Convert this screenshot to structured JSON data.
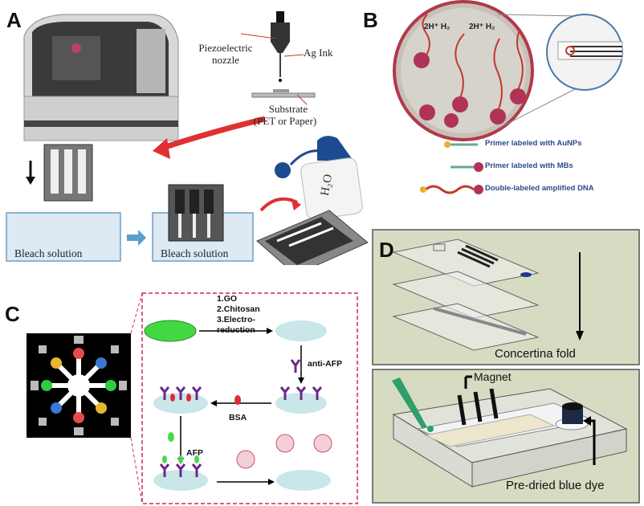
{
  "panels": {
    "a": {
      "letter": "A",
      "nozzle_label": "Piezoelectric nozzle",
      "ink_label": "Ag Ink",
      "substrate_label": "Substrate",
      "substrate_sub": "(PET or Paper)",
      "bleach_left": "Bleach solution",
      "bleach_right": "Bleach solution",
      "water_label": "H₂O"
    },
    "b": {
      "letter": "B",
      "reaction_1": "2H⁺ H₂",
      "reaction_2": "2H⁺ H₂",
      "legend": [
        "Primer labeled with AuNPs",
        "Primer labeled with MBs",
        "Double-labeled amplified DNA"
      ]
    },
    "c": {
      "letter": "C",
      "steps": [
        "1.GO",
        "2.Chitosan",
        "3.Electro-",
        "reduction"
      ],
      "anti_afp": "anti-AFP",
      "bsa": "BSA",
      "afp": "AFP"
    },
    "d": {
      "letter": "D",
      "fold_label": "Concertina fold",
      "magnet_label": "Magnet",
      "dye_label": "Pre-dried blue dye"
    }
  }
}
